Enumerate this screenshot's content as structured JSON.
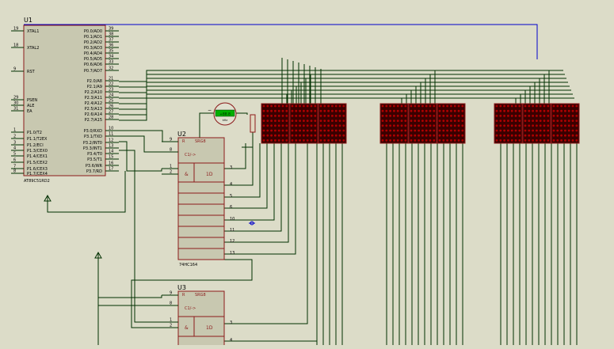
{
  "u1": {
    "ref": "U1",
    "part": "AT89C51RD2",
    "left_pins": [
      {
        "num": "19",
        "name": "XTAL1"
      },
      {
        "num": "18",
        "name": "XTAL2"
      },
      {
        "num": "9",
        "name": "RST"
      },
      {
        "num": "29",
        "name": "PSEN"
      },
      {
        "num": "30",
        "name": "ALE"
      },
      {
        "num": "31",
        "name": "EA"
      },
      {
        "num": "1",
        "name": "P1.0/T2"
      },
      {
        "num": "2",
        "name": "P1.1/T2EX"
      },
      {
        "num": "3",
        "name": "P1.2/ECI"
      },
      {
        "num": "4",
        "name": "P1.3/CEX0"
      },
      {
        "num": "5",
        "name": "P1.4/CEX1"
      },
      {
        "num": "6",
        "name": "P1.5/CEX2"
      },
      {
        "num": "7",
        "name": "P1.6/CEX3"
      },
      {
        "num": "8",
        "name": "P1.7/CEX4"
      }
    ],
    "right_pins": [
      {
        "num": "39",
        "name": "P0.0/AD0"
      },
      {
        "num": "38",
        "name": "P0.1/AD1"
      },
      {
        "num": "37",
        "name": "P0.2/AD2"
      },
      {
        "num": "36",
        "name": "P0.3/AD3"
      },
      {
        "num": "35",
        "name": "P0.4/AD4"
      },
      {
        "num": "34",
        "name": "P0.5/AD5"
      },
      {
        "num": "33",
        "name": "P0.6/AD6"
      },
      {
        "num": "32",
        "name": "P0.7/AD7"
      },
      {
        "num": "21",
        "name": "P2.0/A8"
      },
      {
        "num": "22",
        "name": "P2.1/A9"
      },
      {
        "num": "23",
        "name": "P2.2/A10"
      },
      {
        "num": "24",
        "name": "P2.3/A11"
      },
      {
        "num": "25",
        "name": "P2.4/A12"
      },
      {
        "num": "26",
        "name": "P2.5/A13"
      },
      {
        "num": "27",
        "name": "P2.6/A14"
      },
      {
        "num": "28",
        "name": "P2.7/A15"
      },
      {
        "num": "10",
        "name": "P3.0/RXD"
      },
      {
        "num": "11",
        "name": "P3.1/TXD"
      },
      {
        "num": "12",
        "name": "P3.2/INT0"
      },
      {
        "num": "13",
        "name": "P3.3/INT1"
      },
      {
        "num": "14",
        "name": "P3.4/T0"
      },
      {
        "num": "15",
        "name": "P3.5/T1"
      },
      {
        "num": "16",
        "name": "P3.6/WR"
      },
      {
        "num": "17",
        "name": "P3.7/RD"
      }
    ]
  },
  "u2": {
    "ref": "U2",
    "header": "SRG8",
    "reset_pin": "R",
    "clock_pin": "C1/->",
    "and_label": "&",
    "data_label": "1D",
    "part": "74HC164",
    "in_pins": [
      "9",
      "8",
      "1",
      "2"
    ],
    "out_pins": [
      "3",
      "4",
      "5",
      "6",
      "10",
      "11",
      "12",
      "13"
    ]
  },
  "u3": {
    "ref": "U3",
    "header": "SRG8",
    "reset_pin": "R",
    "clock_pin": "C1/->",
    "and_label": "&",
    "data_label": "1D",
    "in_pins": [
      "9",
      "8",
      "1",
      "2"
    ],
    "out_pins": [
      "3",
      "4"
    ]
  },
  "meter": {
    "reading": "+88.8",
    "unit": "kHz"
  },
  "colors": {
    "background": "#dcdcc8",
    "wire": "#003000",
    "component_outline": "#8b1a1a",
    "chip_fill": "#c8c8b0",
    "led_off": "#b00000",
    "matrix_fill": "#3a0000",
    "blue_wire": "#0000cc",
    "lcd": "#00b000"
  }
}
